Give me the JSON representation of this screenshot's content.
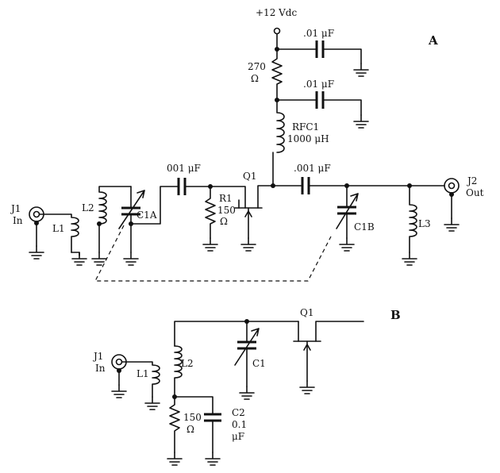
{
  "diagram_a": {
    "panel": "A",
    "supply": "+12 Vdc",
    "r_supply": {
      "value": "270",
      "unit": "Ω"
    },
    "bypass_cap_1": ".01 μF",
    "bypass_cap_2": ".01 μF",
    "rfc": {
      "ref": "RFC1",
      "value": "1000 μH"
    },
    "input_jack": {
      "ref": "J1",
      "label": "In"
    },
    "output_jack": {
      "ref": "J2",
      "label": "Out"
    },
    "l1": "L1",
    "l2": "L2",
    "l3": "L3",
    "c1a": "C1A",
    "c1b": "C1B",
    "coupling_cap_in": "001 μF",
    "coupling_cap_out": ".001 μF",
    "transistor": "Q1",
    "r1": {
      "ref": "R1",
      "value": "150",
      "unit": "Ω"
    }
  },
  "diagram_b": {
    "panel": "B",
    "input_jack": {
      "ref": "J1",
      "label": "In"
    },
    "l1": "L1",
    "l2": "L2",
    "c1": "C1",
    "transistor": "Q1",
    "resistor": {
      "value": "150",
      "unit": "Ω"
    },
    "c2": {
      "ref": "C2",
      "value_1": "0.1",
      "value_2": "μF"
    }
  }
}
